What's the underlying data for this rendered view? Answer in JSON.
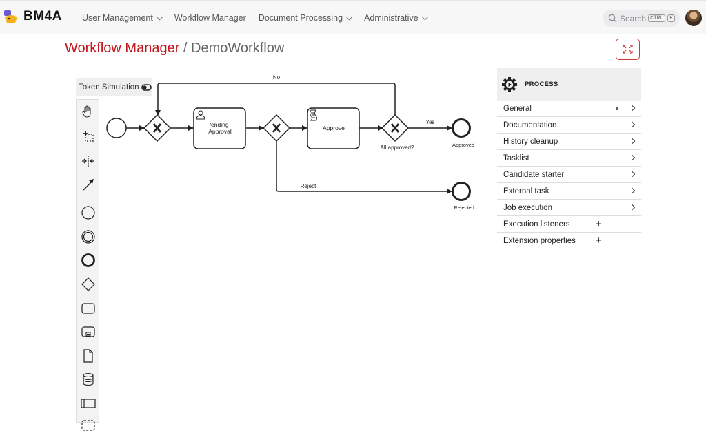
{
  "app": {
    "name": "BM4A"
  },
  "nav": [
    {
      "label": "User Management",
      "has_dropdown": true
    },
    {
      "label": "Workflow Manager",
      "has_dropdown": false
    },
    {
      "label": "Document Processing",
      "has_dropdown": true
    },
    {
      "label": "Administrative",
      "has_dropdown": true
    }
  ],
  "search": {
    "placeholder": "Search",
    "shortcut_ctrl": "CTRL",
    "shortcut_key": "K"
  },
  "page": {
    "breadcrumb": "Workflow Manager",
    "separator": "/",
    "title": "DemoWorkflow"
  },
  "toolbar": {
    "token_simulation_label": "Token Simulation"
  },
  "palette": {
    "tools": [
      "hand-tool",
      "lasso-tool",
      "space-tool",
      "connect-tool"
    ],
    "shapes": [
      "start-event",
      "intermediate-event",
      "end-event",
      "gateway",
      "task",
      "subprocess",
      "data-object",
      "data-store",
      "pool"
    ]
  },
  "diagram": {
    "tasks": {
      "pending": "Pending\nApproval",
      "approve": "Approve"
    },
    "flows": {
      "no": "No",
      "yes": "Yes",
      "reject": "Reject"
    },
    "gateway_label": "All approved?",
    "end_events": {
      "approved": "Approved",
      "rejected": "Rejected"
    }
  },
  "properties": {
    "header": "PROCESS",
    "groups": [
      {
        "label": "General",
        "indicator": true,
        "action": "chevron"
      },
      {
        "label": "Documentation",
        "indicator": false,
        "action": "chevron"
      },
      {
        "label": "History cleanup",
        "indicator": false,
        "action": "chevron"
      },
      {
        "label": "Tasklist",
        "indicator": false,
        "action": "chevron"
      },
      {
        "label": "Candidate starter",
        "indicator": false,
        "action": "chevron"
      },
      {
        "label": "External task",
        "indicator": false,
        "action": "chevron"
      },
      {
        "label": "Job execution",
        "indicator": false,
        "action": "chevron"
      },
      {
        "label": "Execution listeners",
        "indicator": false,
        "action": "plus"
      },
      {
        "label": "Extension properties",
        "indicator": false,
        "action": "plus"
      }
    ]
  },
  "colors": {
    "brand_red": "#c0161c",
    "logo_yellow": "#f3b21b",
    "logo_purple": "#6a5acd"
  }
}
